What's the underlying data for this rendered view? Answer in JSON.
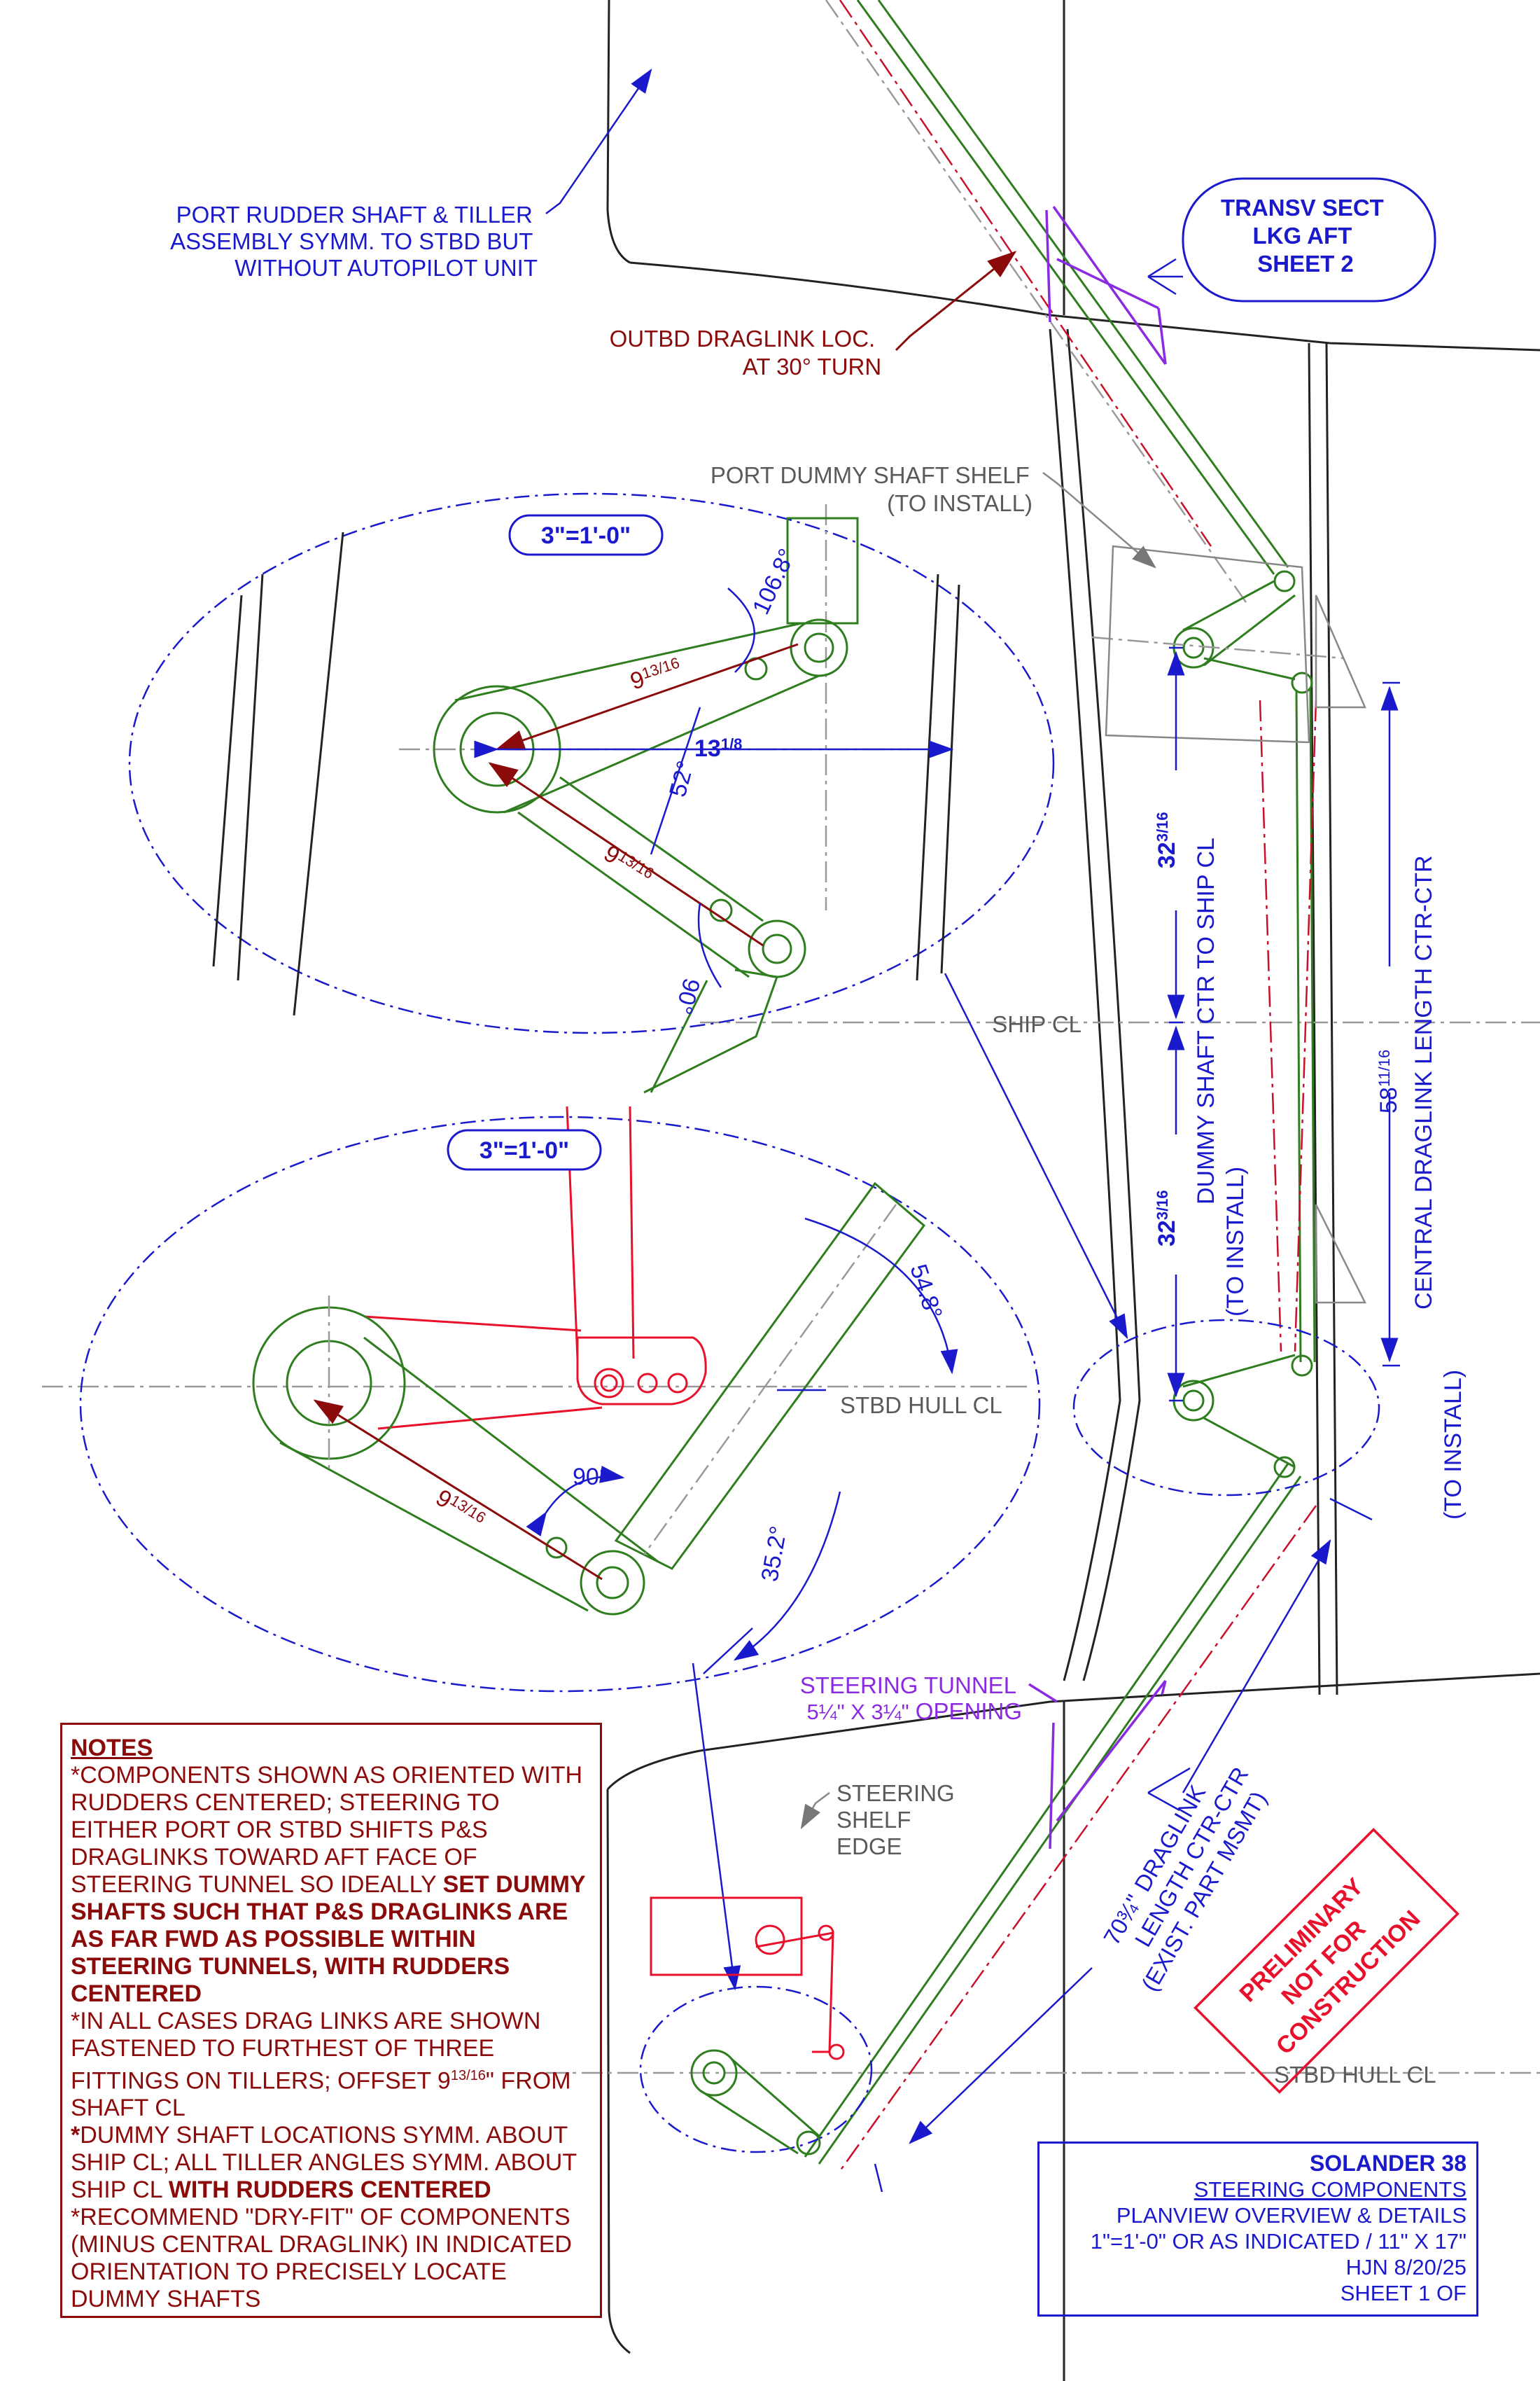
{
  "labels": {
    "port_rudder": [
      "PORT RUDDER SHAFT & TILLER",
      "ASSEMBLY SYMM. TO STBD BUT",
      "WITHOUT AUTOPILOT UNIT"
    ],
    "outbd_draglink_loc": [
      "OUTBD DRAGLINK LOC.",
      "AT 30° TURN"
    ],
    "transv_sect": [
      "TRANSV SECT",
      "LKG AFT",
      "SHEET 2"
    ],
    "port_dummy_shelf": [
      "PORT DUMMY SHAFT SHELF",
      "(TO INSTALL)"
    ],
    "scale_1": "3\"=1'-0\"",
    "scale_2": "3\"=1'-0\"",
    "ship_cl": "SHIP CL",
    "stbd_hull_cl_detail": "STBD HULL CL",
    "stbd_hull_cl_main": "STBD HULL CL",
    "dummy_shaft_ctr": [
      "DUMMY SHAFT CTR TO SHIP CL",
      "(TO INSTALL)"
    ],
    "central_draglink": [
      "CENTRAL DRAGLINK LENGTH CTR-CTR",
      "(TO INSTALL)"
    ],
    "steering_tunnel": [
      "STEERING TUNNEL",
      "OPENING"
    ],
    "steering_shelf": [
      "STEERING",
      "SHELF",
      "EDGE"
    ],
    "outbd_draglink_len": [
      "DRAGLINK",
      "LENGTH CTR-CTR",
      "(EXIST. PART MSMT)"
    ],
    "preliminary": [
      "PRELIMINARY",
      "NOT FOR",
      "CONSTRUCTION"
    ]
  },
  "dimensions": {
    "angle_106": "106.8°",
    "len_9_a": "9",
    "len_9_b": "9",
    "len_9_c": "9",
    "frac_13_16": "13/16",
    "len_13": "13",
    "frac_1_8": "1/8",
    "angle_52": "52°",
    "angle_90_a": "90°",
    "angle_54": "54.8°",
    "angle_90_b": "90°",
    "angle_35": "35.2°",
    "dim_32_upper": "32",
    "dim_32_lower": "32",
    "frac_3_16": "3/16",
    "dim_58": "58",
    "frac_11_16": "11/16",
    "tunnel_size": "5¼\" X 3¼\"",
    "dim_70": "70¾\""
  },
  "notes": {
    "title": "NOTES",
    "items": [
      "*COMPONENTS SHOWN AS ORIENTED WITH RUDDERS CENTERED; STEERING TO EITHER PORT OR STBD SHIFTS P&S DRAGLINKS TOWARD AFT FACE OF STEERING TUNNEL SO IDEALLY",
      "SET DUMMY SHAFTS SUCH THAT P&S DRAGLINKS ARE AS FAR FWD AS POSSIBLE WITHIN STEERING TUNNELS, WITH RUDDERS CENTERED",
      "*IN ALL CASES DRAG LINKS ARE SHOWN FASTENED TO FURTHEST OF THREE FITTINGS ON TILLERS; OFFSET 9",
      "13/16",
      "\" FROM SHAFT CL",
      "*",
      "DUMMY SHAFT LOCATIONS SYMM. ABOUT SHIP CL; ALL TILLER ANGLES SYMM. ABOUT SHIP CL",
      "WITH RUDDERS CENTERED",
      "*RECOMMEND \"DRY-FIT\" OF COMPONENTS (MINUS CENTRAL DRAGLINK) IN INDICATED ORIENTATION TO PRECISELY LOCATE DUMMY SHAFTS"
    ]
  },
  "title_block": {
    "project": "SOLANDER 38",
    "subtitle": "STEERING COMPONENTS",
    "line1": "PLANVIEW OVERVIEW & DETAILS",
    "line2": "1\"=1'-0\" OR AS INDICATED / 11\" X 17\"",
    "line3": "HJN 8/20/25",
    "line4": "SHEET 1 OF"
  },
  "colors": {
    "annotation_blue": "#1a1acc",
    "dimension_red": "#8b0a0a",
    "component_green": "#2e7d1e",
    "autopilot_red": "#e8102a",
    "tunnel_purple": "#8a2be2",
    "structure_gray": "#5a5a5a"
  }
}
